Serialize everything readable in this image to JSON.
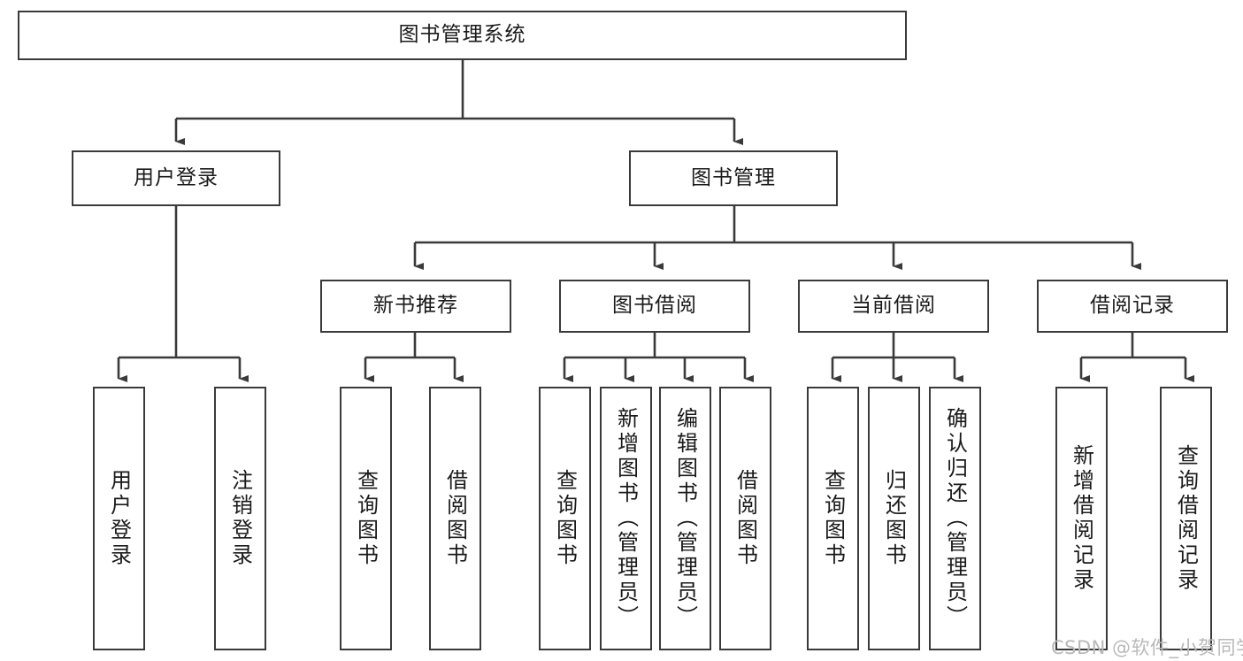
{
  "diagram": {
    "type": "tree-hierarchy",
    "title": "图书管理系统",
    "root": {
      "id": "root",
      "label": "图书管理系统"
    },
    "level2": [
      {
        "id": "user-login",
        "label": "用户登录"
      },
      {
        "id": "book-manage",
        "label": "图书管理"
      }
    ],
    "level3": [
      {
        "id": "new-book-rec",
        "label": "新书推荐",
        "parent": "book-manage"
      },
      {
        "id": "book-borrow",
        "label": "图书借阅",
        "parent": "book-manage"
      },
      {
        "id": "current-borrow",
        "label": "当前借阅",
        "parent": "book-manage"
      },
      {
        "id": "borrow-record",
        "label": "借阅记录",
        "parent": "book-manage"
      }
    ],
    "leaves": [
      {
        "id": "leaf-user-login",
        "label": "用户登录",
        "parent": "user-login"
      },
      {
        "id": "leaf-logout",
        "label": "注销登录",
        "parent": "user-login"
      },
      {
        "id": "leaf-query-book-1",
        "label": "查询图书",
        "parent": "new-book-rec"
      },
      {
        "id": "leaf-borrow-book-1",
        "label": "借阅图书",
        "parent": "new-book-rec"
      },
      {
        "id": "leaf-query-book-2",
        "label": "查询图书",
        "parent": "book-borrow"
      },
      {
        "id": "leaf-add-book",
        "label": "新增图书（管理员）",
        "parent": "book-borrow"
      },
      {
        "id": "leaf-edit-book",
        "label": "编辑图书（管理员）",
        "parent": "book-borrow"
      },
      {
        "id": "leaf-borrow-book-2",
        "label": "借阅图书",
        "parent": "book-borrow"
      },
      {
        "id": "leaf-query-book-3",
        "label": "查询图书",
        "parent": "current-borrow"
      },
      {
        "id": "leaf-return-book",
        "label": "归还图书",
        "parent": "current-borrow"
      },
      {
        "id": "leaf-confirm-return",
        "label": "确认归还（管理员）",
        "parent": "current-borrow"
      },
      {
        "id": "leaf-add-record",
        "label": "新增借阅记录",
        "parent": "borrow-record"
      },
      {
        "id": "leaf-query-record",
        "label": "查询借阅记录",
        "parent": "borrow-record"
      }
    ],
    "colors": {
      "box_border": "#3a3a3a",
      "box_fill": "#ffffff",
      "edge": "#3a3a3a",
      "text": "#1a1a1a",
      "watermark": "#b9b9b9",
      "background": "#ffffff"
    }
  },
  "watermark": {
    "text": "CSDN @软件_小贺同学"
  }
}
